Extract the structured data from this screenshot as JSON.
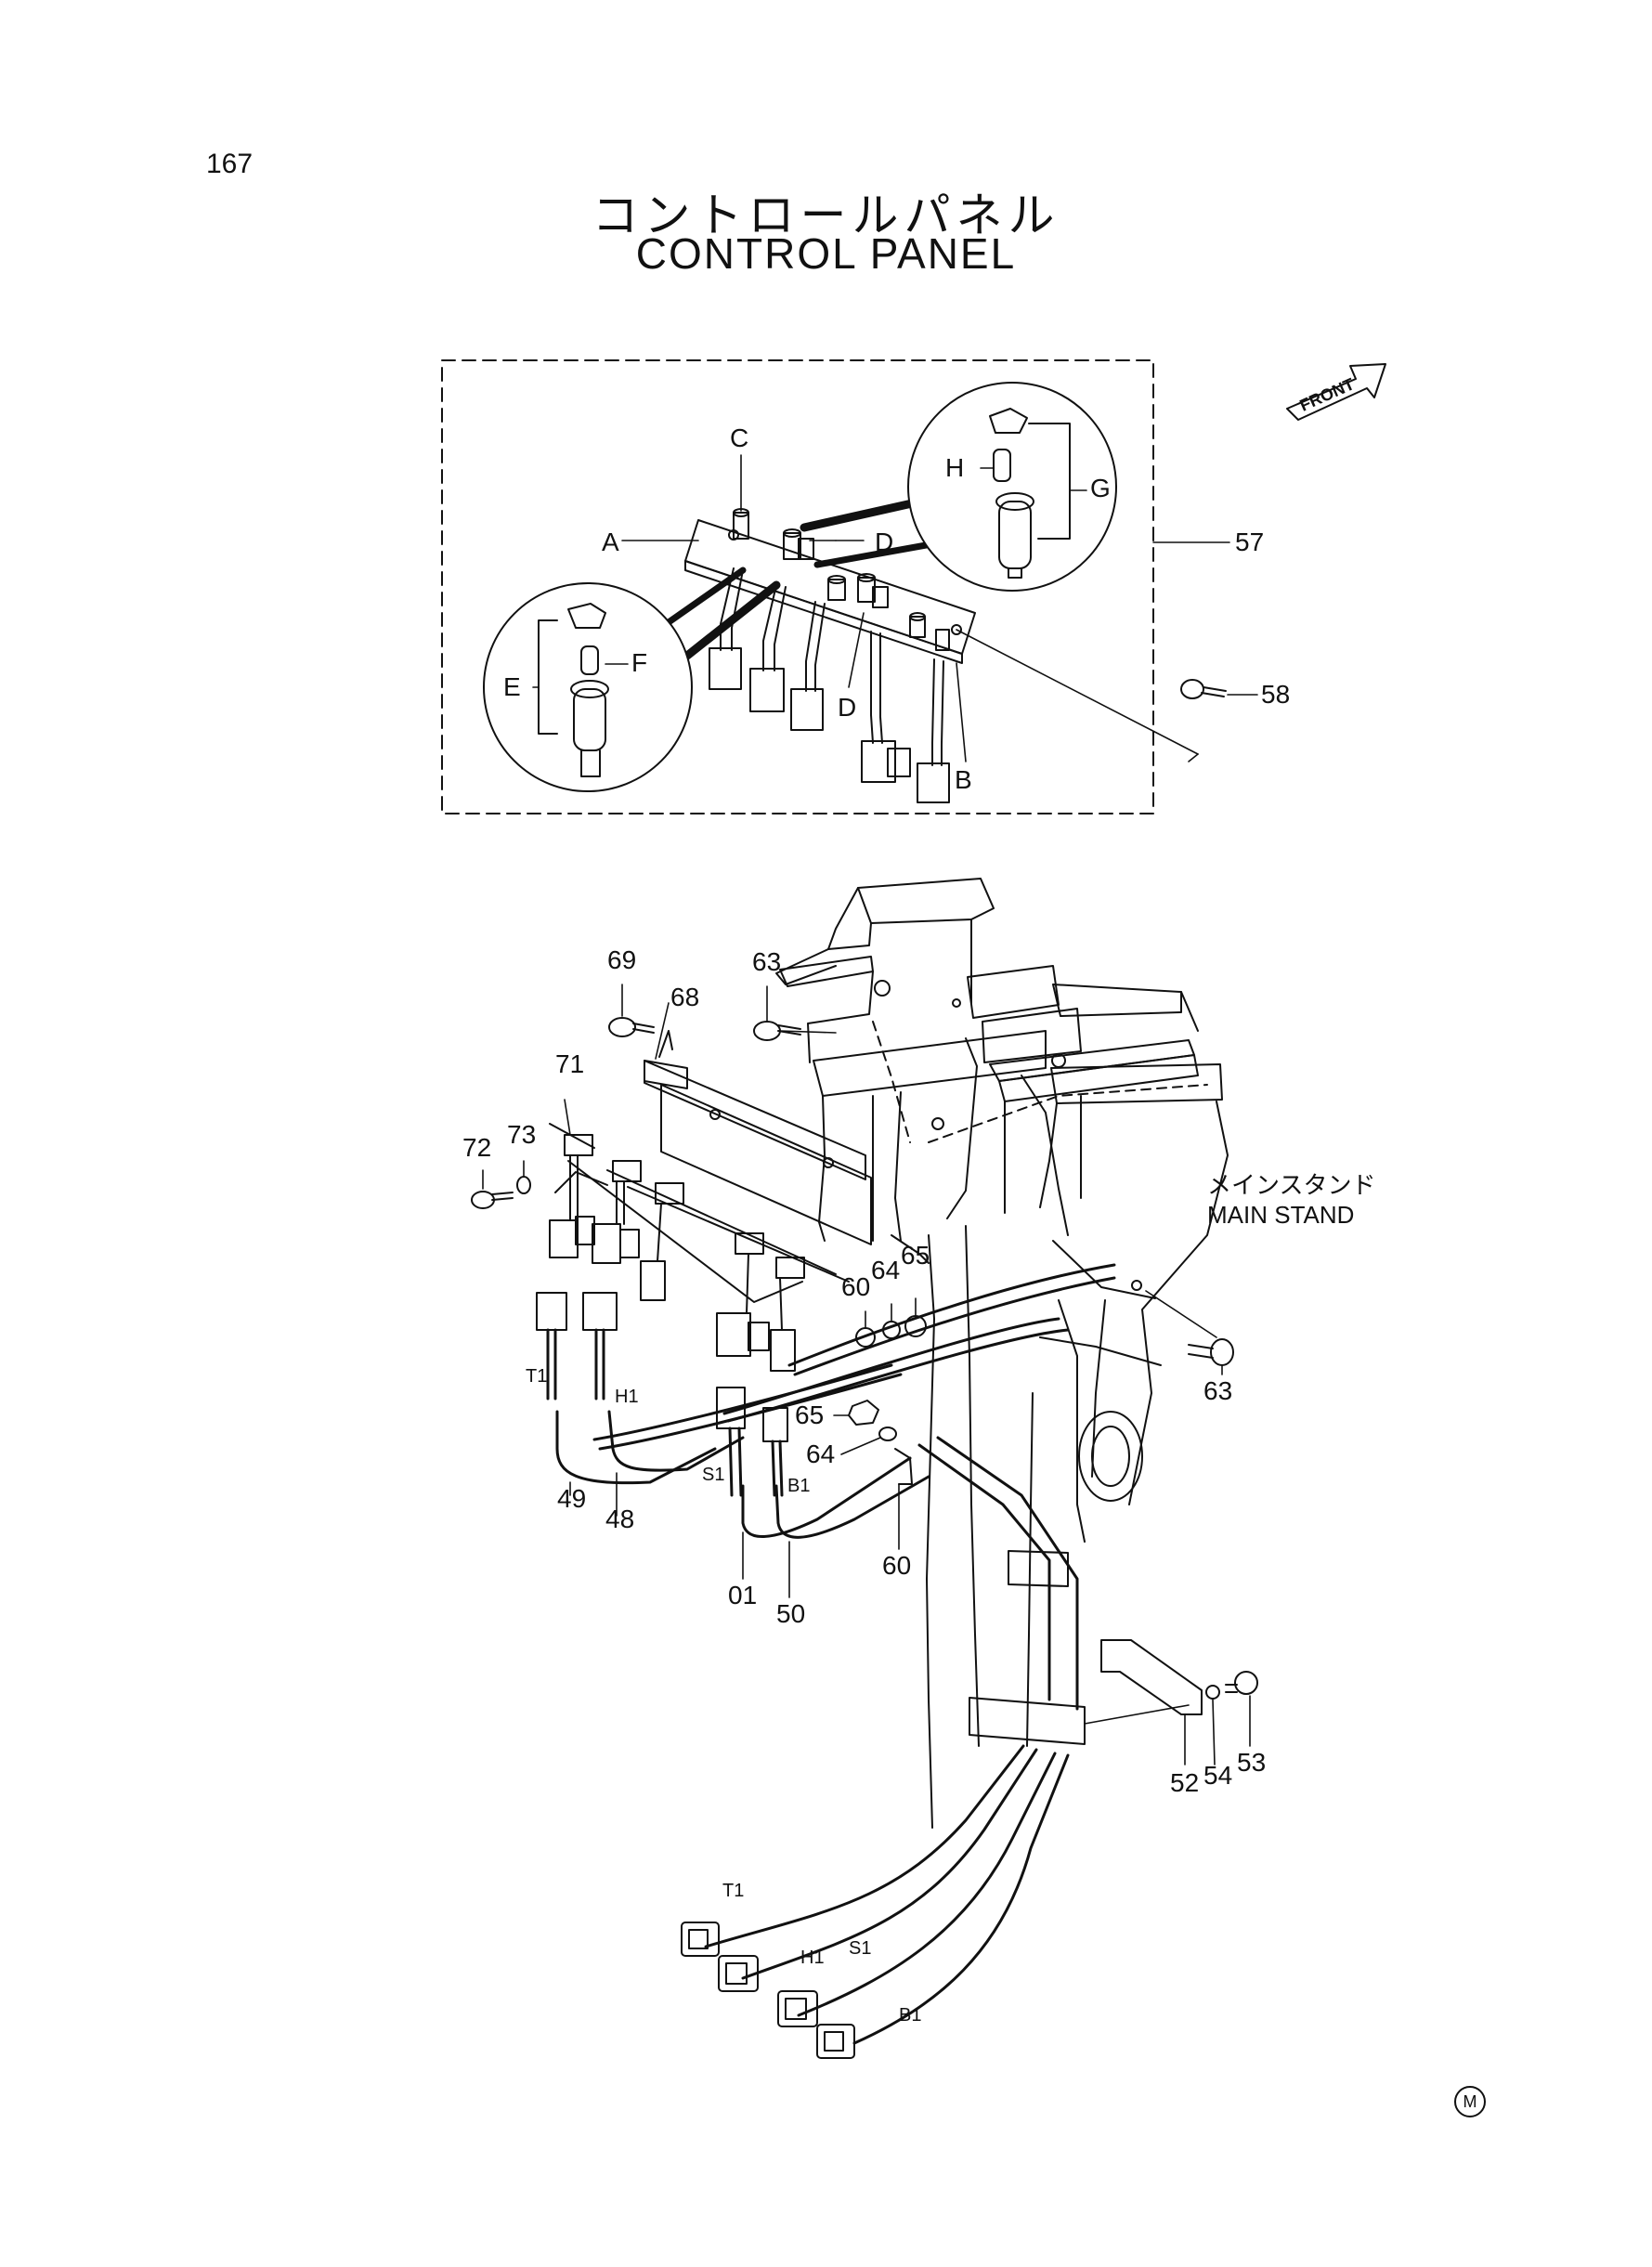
{
  "header": {
    "page_number": "167",
    "title_jp": "コントロールパネル",
    "title_en": "CONTROL PANEL"
  },
  "direction_label": "FRONT",
  "main_stand": {
    "jp": "メインスタンド",
    "en": "MAIN STAND"
  },
  "callouts": {
    "A": "A",
    "B": "B",
    "C": "C",
    "D1": "D",
    "D2": "D",
    "E": "E",
    "F": "F",
    "G": "G",
    "H": "H",
    "p57": "57",
    "p58": "58",
    "p69": "69",
    "p68": "68",
    "p63a": "63",
    "p71": "71",
    "p72": "72",
    "p73": "73",
    "p60a": "60",
    "p64a": "64",
    "p65a": "65",
    "p63b": "63",
    "p65b": "65",
    "p64b": "64",
    "p60b": "60",
    "p49": "49",
    "p48": "48",
    "p01": "01",
    "p50": "50",
    "p52": "52",
    "p54": "54",
    "p53": "53"
  },
  "wire_tags": {
    "T1a": "T1",
    "H1a": "H1",
    "S1a": "S1",
    "B1a": "B1",
    "T1b": "T1",
    "H1b": "H1",
    "S1b": "S1",
    "B1b": "B1"
  },
  "footer_mark": "M"
}
